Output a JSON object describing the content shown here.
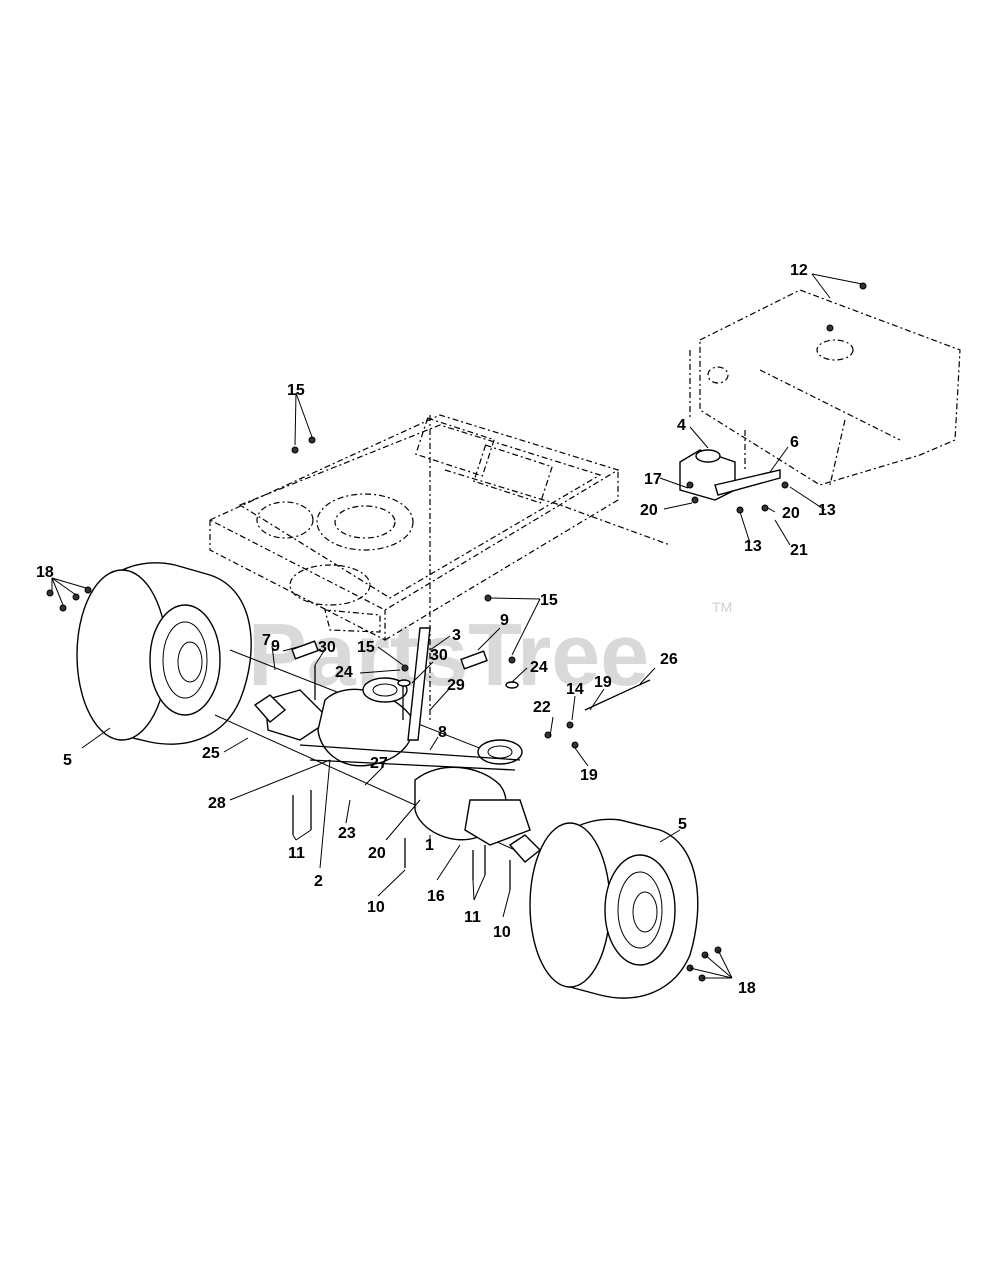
{
  "watermark": {
    "text": "PartsTree",
    "trademark": "TM"
  },
  "callouts": [
    {
      "id": "c-12",
      "text": "12"
    },
    {
      "id": "c-15-top",
      "text": "15"
    },
    {
      "id": "c-4",
      "text": "4"
    },
    {
      "id": "c-6",
      "text": "6"
    },
    {
      "id": "c-17",
      "text": "17"
    },
    {
      "id": "c-20-right-a",
      "text": "20"
    },
    {
      "id": "c-20-right-b",
      "text": "20"
    },
    {
      "id": "c-13-a",
      "text": "13"
    },
    {
      "id": "c-13-b",
      "text": "13"
    },
    {
      "id": "c-21",
      "text": "21"
    },
    {
      "id": "c-18-left",
      "text": "18"
    },
    {
      "id": "c-15-right",
      "text": "15"
    },
    {
      "id": "c-9-left",
      "text": "9"
    },
    {
      "id": "c-3",
      "text": "3"
    },
    {
      "id": "c-9-right",
      "text": "9"
    },
    {
      "id": "c-7",
      "text": "7"
    },
    {
      "id": "c-30-left",
      "text": "30"
    },
    {
      "id": "c-15-mid",
      "text": "15"
    },
    {
      "id": "c-30-mid",
      "text": "30"
    },
    {
      "id": "c-24-left",
      "text": "24"
    },
    {
      "id": "c-24-right",
      "text": "24"
    },
    {
      "id": "c-26",
      "text": "26"
    },
    {
      "id": "c-29",
      "text": "29"
    },
    {
      "id": "c-14",
      "text": "14"
    },
    {
      "id": "c-19-a",
      "text": "19"
    },
    {
      "id": "c-22",
      "text": "22"
    },
    {
      "id": "c-8",
      "text": "8"
    },
    {
      "id": "c-5-left",
      "text": "5"
    },
    {
      "id": "c-25",
      "text": "25"
    },
    {
      "id": "c-19-b",
      "text": "19"
    },
    {
      "id": "c-27",
      "text": "27"
    },
    {
      "id": "c-28",
      "text": "28"
    },
    {
      "id": "c-23",
      "text": "23"
    },
    {
      "id": "c-5-right",
      "text": "5"
    },
    {
      "id": "c-20-mid",
      "text": "20"
    },
    {
      "id": "c-1",
      "text": "1"
    },
    {
      "id": "c-11-left",
      "text": "11"
    },
    {
      "id": "c-2",
      "text": "2"
    },
    {
      "id": "c-16",
      "text": "16"
    },
    {
      "id": "c-10-left",
      "text": "10"
    },
    {
      "id": "c-11-right",
      "text": "11"
    },
    {
      "id": "c-10-right",
      "text": "10"
    },
    {
      "id": "c-18-right",
      "text": "18"
    }
  ]
}
